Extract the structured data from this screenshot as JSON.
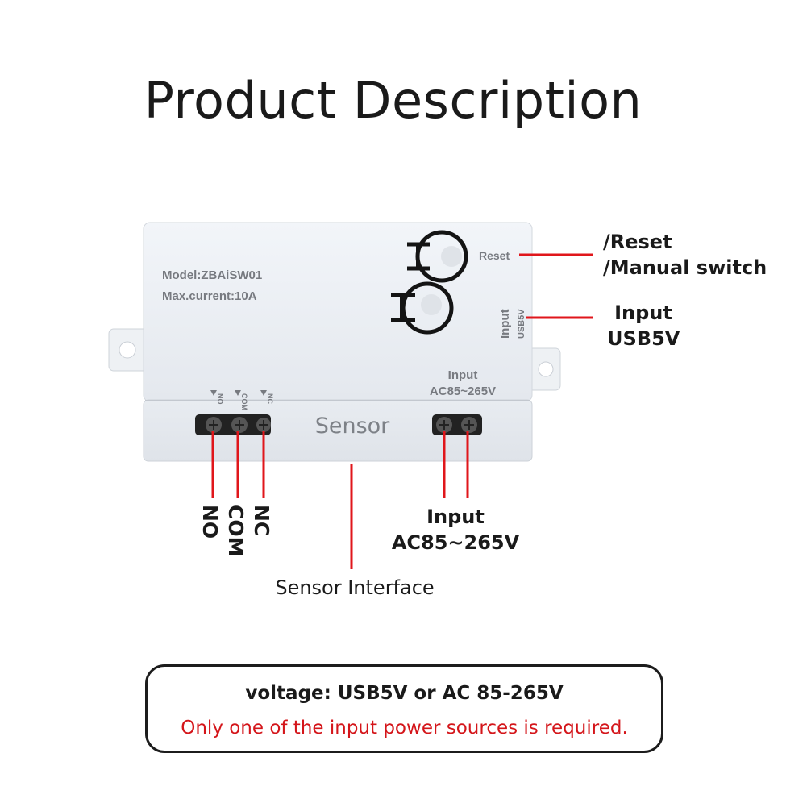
{
  "title": "Product Description",
  "device": {
    "model": "Model:ZBAiSW01",
    "max_current": "Max.current:10A",
    "reset_label": "Reset",
    "usb_label_1": "Input",
    "usb_label_2": "USB5V",
    "relay_no": "NO",
    "relay_com": "COM",
    "relay_nc": "NC",
    "ac_label_1": "Input",
    "ac_label_2": "AC85~265V",
    "sensor_label": "Sensor"
  },
  "callouts": {
    "reset_1": "/Reset",
    "reset_2": "/Manual switch",
    "usb_1": "Input",
    "usb_2": "USB5V",
    "no": "NO",
    "com": "COM",
    "nc": "NC",
    "ac_1": "Input",
    "ac_2": "AC85~265V",
    "sensor_interface": "Sensor Interface"
  },
  "notice": {
    "line1": "voltage: USB5V or AC 85-265V",
    "line2": "Only one of the input power sources is required."
  },
  "colors": {
    "leader": "#e0161b",
    "warning_text": "#d4151a"
  }
}
